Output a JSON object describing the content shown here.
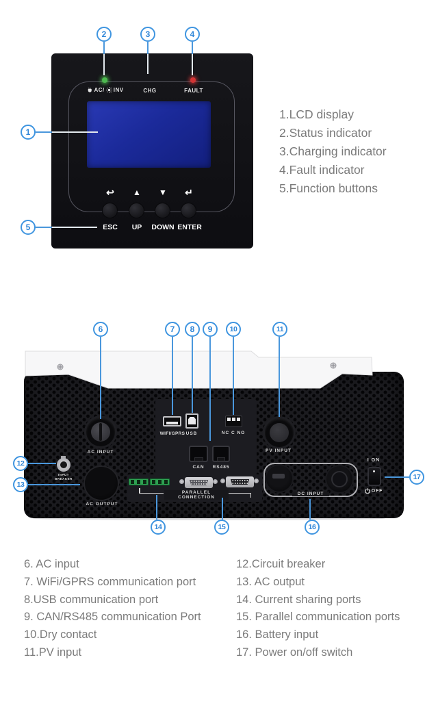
{
  "colors": {
    "callout_blue": "#3f95e0",
    "line_blue": "#4a97dc",
    "lcd_blue": "#1b2a9a",
    "led_green": "#4db94f",
    "led_red": "#d23434"
  },
  "callouts": {
    "c1": "1",
    "c2": "2",
    "c3": "3",
    "c4": "4",
    "c5": "5",
    "c6": "6",
    "c7": "7",
    "c8": "8",
    "c9": "9",
    "c10": "10",
    "c11": "11",
    "c12": "12",
    "c13": "13",
    "c14": "14",
    "c15": "15",
    "c16": "16",
    "c17": "17"
  },
  "front_panel": {
    "status_prefix": "AC/",
    "status_suffix": "INV",
    "chg": "CHG",
    "fault": "FAULT",
    "esc_icon": "↩",
    "up_icon": "▲",
    "down_icon": "▼",
    "enter_icon": "↵",
    "esc": "ESC",
    "up": "UP",
    "down": "DOWN",
    "enter": "ENTER"
  },
  "front_legend": {
    "items": [
      "1.LCD display",
      "2.Status indicator",
      "3.Charging indicator",
      "4.Fault indicator",
      "5.Function buttons"
    ]
  },
  "rear_panel": {
    "ac_input": "AC INPUT",
    "input_breaker_1": "INPUT",
    "input_breaker_2": "BREAKER",
    "ac_output": "AC OUTPUT",
    "wifi_gprs": "WIFI/GPRS",
    "usb": "USB",
    "dry_contact": "NC C NO",
    "can": "CAN",
    "rs485": "RS485",
    "pv_input": "PV INPUT",
    "parallel_connection": "PARALLEL CONNECTION",
    "dc_input": "DC INPUT",
    "power_on": "I ON",
    "power_off": "OFF"
  },
  "rear_legend": {
    "left": [
      "6. AC input",
      "7. WiFi/GPRS communication port",
      "8.USB communication port",
      "9. CAN/RS485 communication Port",
      "10.Dry contact",
      "11.PV input"
    ],
    "right": [
      "12.Circuit breaker",
      "13. AC output",
      "14. Current sharing ports",
      "15. Parallel communication ports",
      "16. Battery input",
      "17. Power on/off switch"
    ]
  }
}
